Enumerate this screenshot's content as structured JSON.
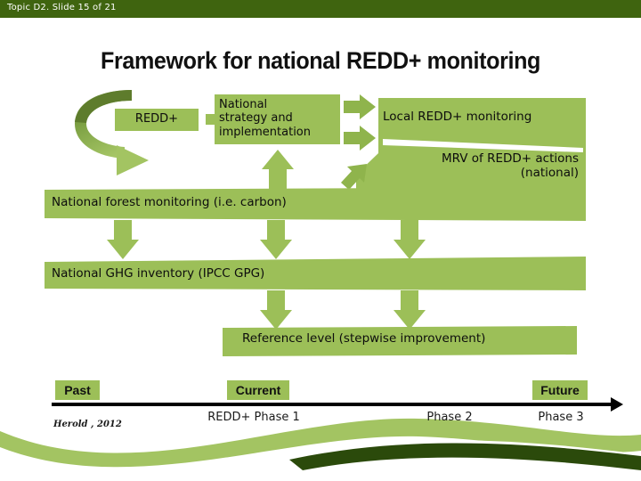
{
  "header": {
    "text": "Topic D2. Slide 15 of 21",
    "bar_color": "#3F640F"
  },
  "title": "Framework for national REDD+ monitoring",
  "theme": {
    "green": "#9CBF58",
    "dark_green": "#3F640F",
    "mid_green": "#6E8B3D",
    "text": "#0d0d0d"
  },
  "diagram": {
    "redd_box": "REDD+",
    "national_strategy_box": "National\nstrategy and\nimplementation",
    "local_monitoring": "Local REDD+ monitoring",
    "mrv_actions": "MRV of REDD+ actions\n(national)",
    "national_forest_monitoring": "National forest monitoring (i.e. carbon)",
    "national_ghg_inventory": "National GHG inventory (IPCC GPG)",
    "reference_level": "Reference level (stepwise improvement)"
  },
  "timeline": {
    "chips": [
      {
        "label": "Past"
      },
      {
        "label": "Current"
      },
      {
        "label": "Future"
      }
    ],
    "phases": [
      {
        "label": "REDD+ Phase 1"
      },
      {
        "label": "Phase 2"
      },
      {
        "label": "Phase 3"
      }
    ]
  },
  "citation": "Herold , 2012"
}
